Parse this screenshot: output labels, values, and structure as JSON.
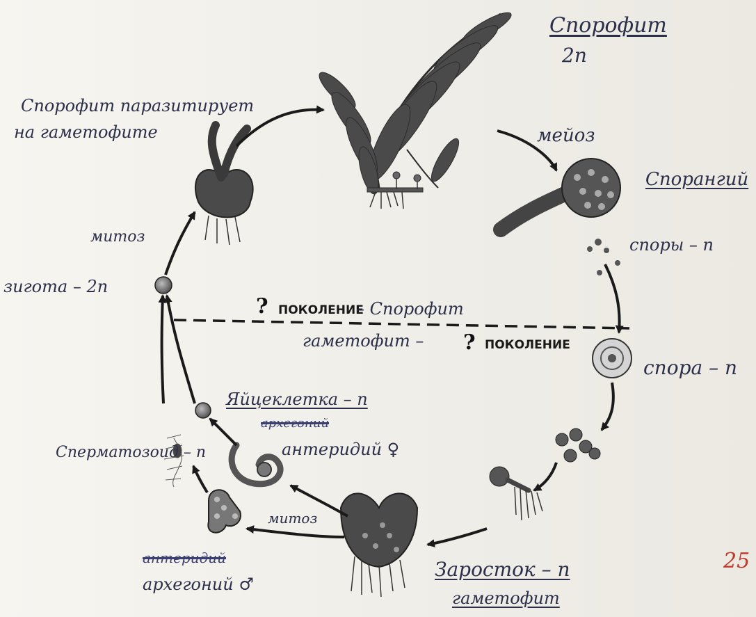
{
  "labels": {
    "sporophyte": "Спорофит",
    "sporophyte_ploidy": "2n",
    "sporophyte_parasite_line1": "Спорофит паразитирует",
    "sporophyte_parasite_line2": "на гаметофите",
    "meiosis": "мейоз",
    "sporangium": "Спорангий",
    "spores": "споры – n",
    "spore": "спора – n",
    "mitosis_top": "митоз",
    "zygote": "зигота – 2n",
    "egg": "Яйцеклетка – n",
    "archegonium_struck": "архегоний",
    "antheridium": "антеридий ♀",
    "sperm": "Сперматозоид – n",
    "antheridium_struck": "антеридий",
    "archegonium": "архегоний ♂",
    "mitosis_bottom": "митоз",
    "prothallus": "Заросток – n",
    "gametophyte": "гаметофит",
    "page_number": "25"
  },
  "printed": {
    "generation_top_q": "?",
    "generation_top": "ПОКОЛЕНИЕ",
    "generation_top_hand": "– Спорофит",
    "generation_bottom_hand": "гаметофит –",
    "generation_bottom_q": "?",
    "generation_bottom": "ПОКОЛЕНИЕ"
  },
  "colors": {
    "ink": "#2b2f4a",
    "arrow": "#1a1a1a",
    "plant": "#3a3a3a",
    "red_mark": "#c0392b"
  }
}
